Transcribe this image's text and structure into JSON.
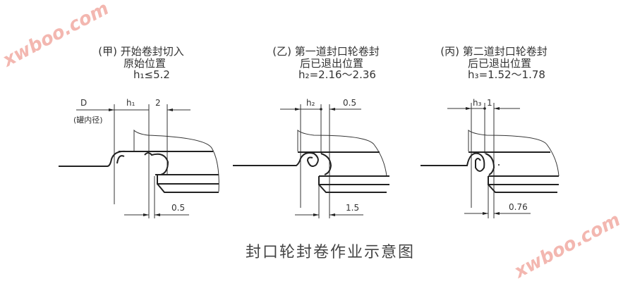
{
  "watermark": "xwboo.com",
  "panels": [
    {
      "title": "(甲) 开始卷封切入",
      "subtitle": "原始位置",
      "formula": "h₁≤5.2",
      "dim_left": "D",
      "dim_left_note": "(罐内径)",
      "dim_h": "h₁",
      "dim_right": "2",
      "dim_bottom": "0.5"
    },
    {
      "title": "(乙) 第一道封口轮卷封",
      "subtitle": "后已退出位置",
      "formula": "h₂=2.16～2.36",
      "dim_h": "h₂",
      "dim_right": "0.5",
      "dim_bottom": "1.5"
    },
    {
      "title": "(丙) 第二道封口轮卷封",
      "subtitle": "后已退出位置",
      "formula": "h₃=1.52～1.78",
      "dim_h": "h₃",
      "dim_right": "1",
      "dim_bottom": "0.76"
    }
  ],
  "caption": "封口轮封卷作业示意图"
}
